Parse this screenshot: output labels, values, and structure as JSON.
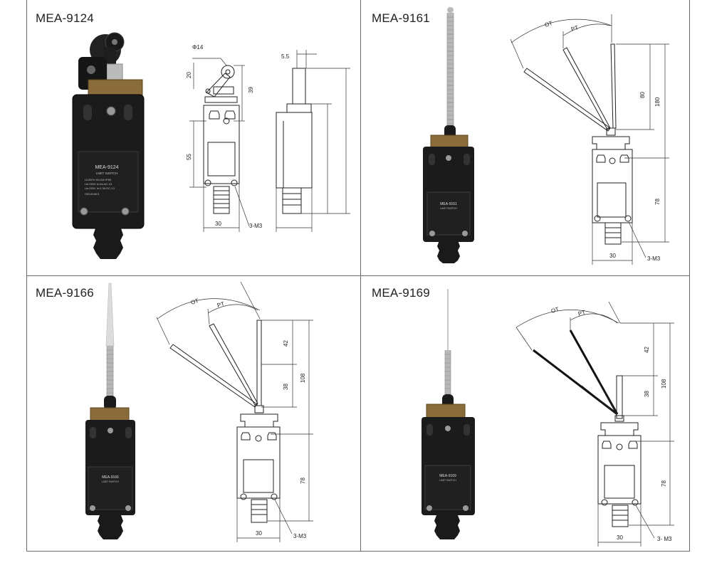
{
  "cells": [
    {
      "model": "MEA-9124",
      "body_label": "MEA-9124",
      "body_sub": "LIMIT SWITCH",
      "body_specs": [
        "Ui:300V  Ith:10A  IP65",
        "Ue:250V  Ie:6A   AC-15",
        "Ue:250V  Ie:0.3A DC-13"
      ],
      "body_std": "GB14048.5",
      "dims": {
        "dia": "Φ14",
        "d20": "20",
        "d39": "39",
        "d55": "55",
        "d30": "30",
        "d5_5": "5.5",
        "thread": "3-M3"
      }
    },
    {
      "model": "MEA-9161",
      "body_label": "MEA-9161",
      "body_sub": "LIMIT SWITCH",
      "dims": {
        "ot": "OT",
        "pt": "PT",
        "d80": "80",
        "d180": "180",
        "d78": "78",
        "d30": "30",
        "thread": "3-M3"
      }
    },
    {
      "model": "MEA-9166",
      "body_label": "MEA-9166",
      "body_sub": "LIMIT SWITCH",
      "dims": {
        "ot": "OT",
        "pt": "PT",
        "d42": "42",
        "d38": "38",
        "d108": "108",
        "d78": "78",
        "d30": "30",
        "thread": "3-M3"
      }
    },
    {
      "model": "MEA-9169",
      "body_label": "MEA-9169",
      "body_sub": "LIMIT SWITCH",
      "dims": {
        "ot": "OT",
        "pt": "PT",
        "d42": "42",
        "d38": "38",
        "d108": "108",
        "d78": "78",
        "d30": "30",
        "thread": "3- M3"
      }
    }
  ]
}
